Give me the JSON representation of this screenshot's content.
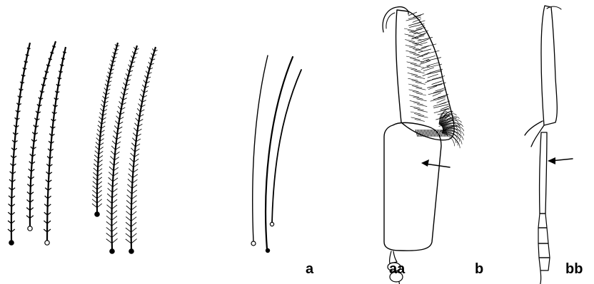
{
  "labels": {
    "a": "a",
    "aa": "aa",
    "b": "b",
    "bb": "bb"
  },
  "colors": {
    "ink": "#000000",
    "background": "#ffffff"
  }
}
